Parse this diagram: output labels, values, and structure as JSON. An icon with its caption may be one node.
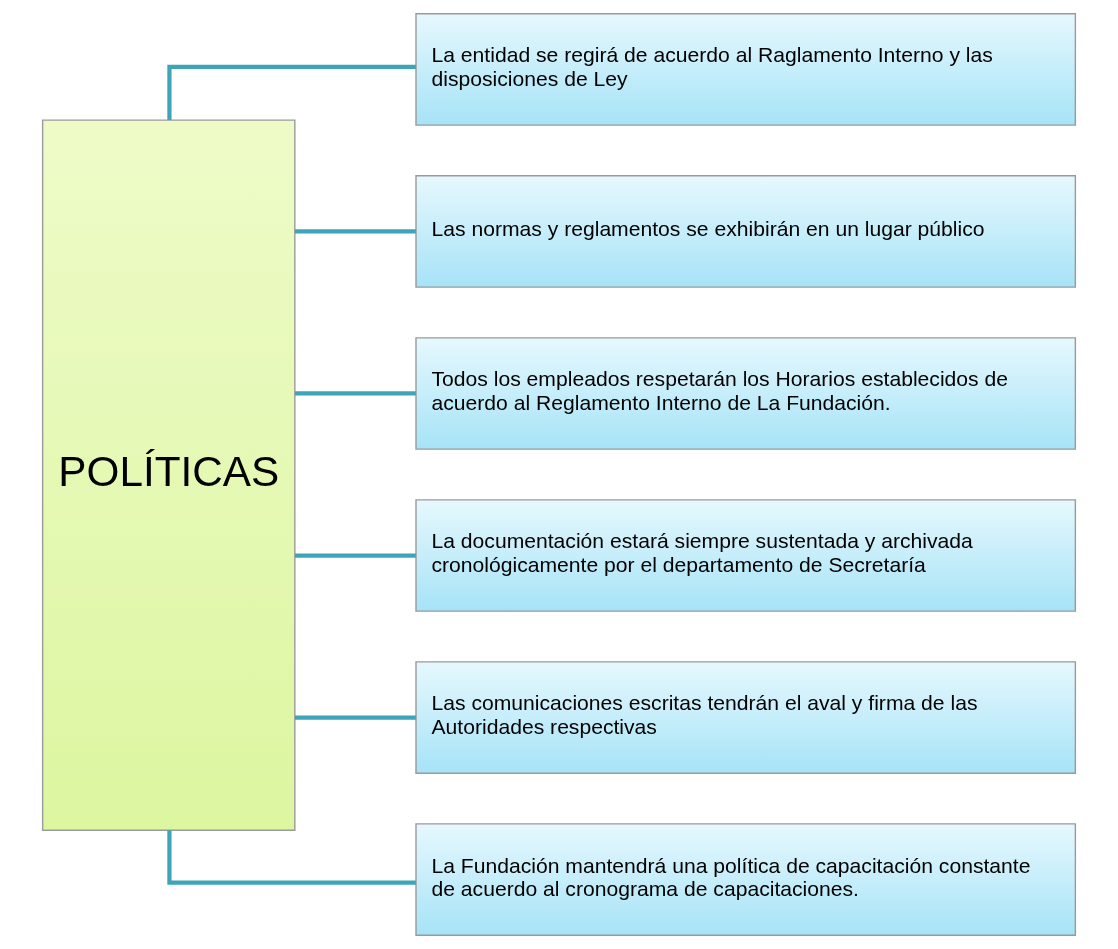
{
  "diagram": {
    "nodes": [
      {
        "text": [
          "POLÍTICAS"
        ]
      },
      {
        "text": [
          "La entidad se regirá de acuerdo al Raglamento Interno y las disposiciones de Ley"
        ]
      },
      {
        "text": [
          "Las normas y reglamentos se exhibirán en un lugar público"
        ]
      },
      {
        "text": [
          "Todos los empleados respetarán los Horarios establecidos de acuerdo al Reglamento Interno de La Fundación."
        ]
      },
      {
        "text": [
          "La documentación estará siempre sustentada y archivada cronológicamente por el departamento de Secretaría"
        ]
      },
      {
        "text": [
          "Las comunicaciones escritas tendrán el aval y firma de las Autoridades respectivas"
        ]
      },
      {
        "text": [
          "La Fundación mantendrá una política de capacitación constante de acuerdo al cronograma de capacitaciones."
        ]
      }
    ],
    "edges": [
      {
        "from": 0,
        "to": 1,
        "arrow": "none"
      },
      {
        "from": 0,
        "to": 2,
        "arrow": "none"
      },
      {
        "from": 0,
        "to": 3,
        "arrow": "none"
      },
      {
        "from": 0,
        "to": 4,
        "arrow": "none"
      },
      {
        "from": 0,
        "to": 5,
        "arrow": "none"
      },
      {
        "from": 0,
        "to": 6,
        "arrow": "none"
      }
    ]
  }
}
